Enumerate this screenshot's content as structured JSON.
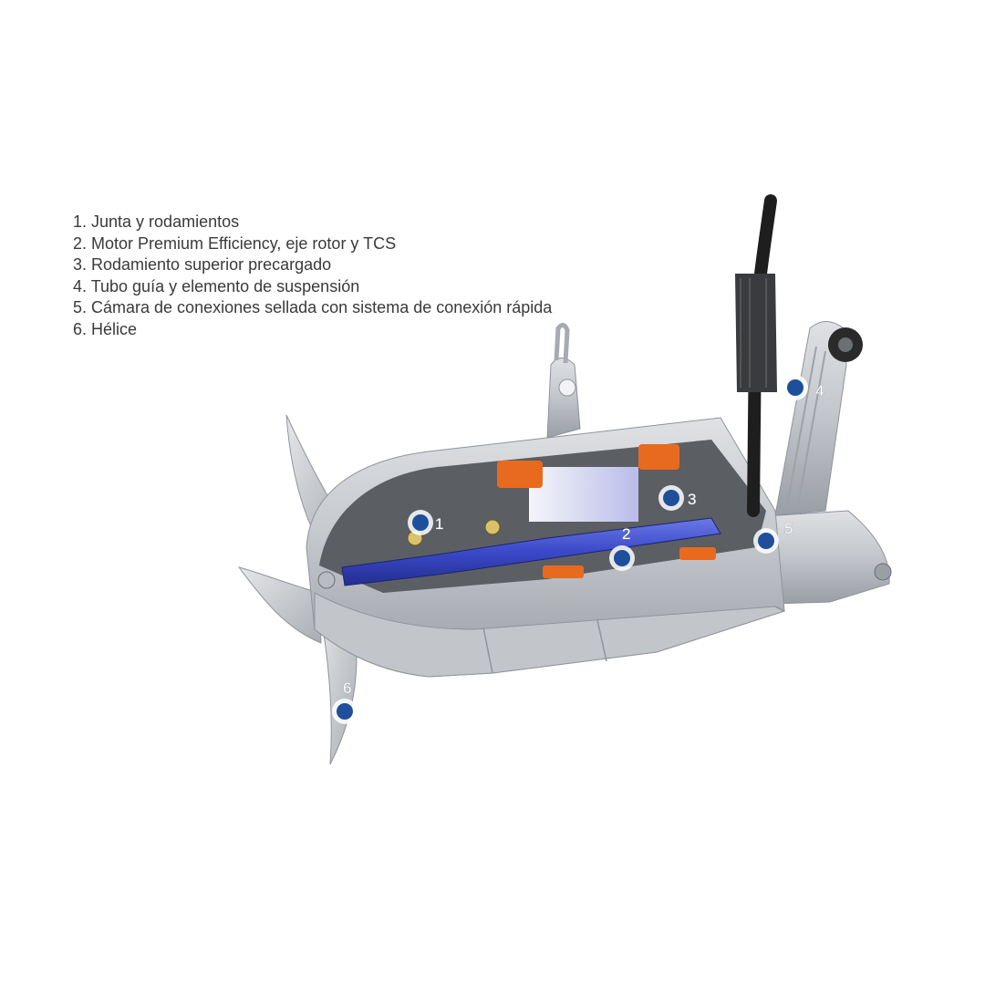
{
  "legend": {
    "items": [
      "1. Junta y rodamientos",
      "2. Motor Premium Efficiency, eje rotor y TCS",
      "3. Rodamiento superior precargado",
      "4. Tubo guía y elemento de suspensión",
      "5. Cámara de conexiones sellada con sistema de conexión rápida",
      "6. Hélice"
    ]
  },
  "callouts": [
    {
      "number": "1"
    },
    {
      "number": "2"
    },
    {
      "number": "3"
    },
    {
      "number": "4"
    },
    {
      "number": "5"
    },
    {
      "number": "6"
    }
  ],
  "colors": {
    "marker": "#1f4f9a",
    "shaft": "#3b49c9",
    "winding": "#e86a1f",
    "housing": "#c9ccd1",
    "cable": "#1e1e1e"
  }
}
